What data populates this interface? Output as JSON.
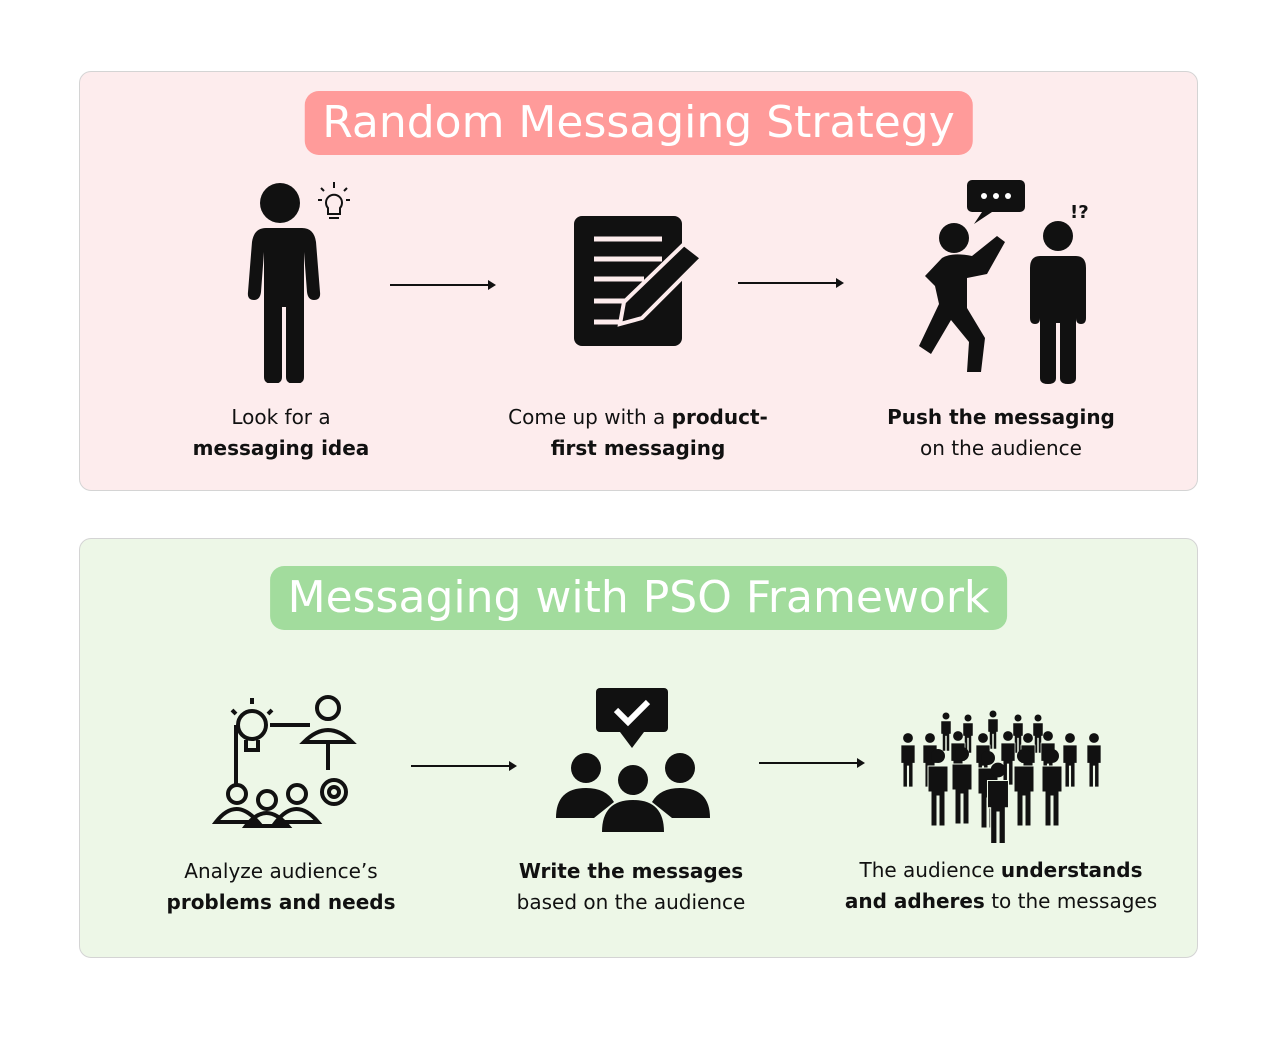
{
  "random": {
    "title": "Random Messaging Strategy",
    "steps": [
      {
        "icon": "person-lightbulb-icon",
        "l1": "Look for a",
        "l1b": "",
        "l2b": "messaging idea",
        "l2": ""
      },
      {
        "icon": "document-pen-icon",
        "l1": "Come up with a ",
        "l1b": "product-",
        "l2b": "first messaging",
        "l2": ""
      },
      {
        "icon": "push-messaging-icon",
        "l1": "",
        "l1b": "Push the messaging",
        "l2b": "",
        "l2": "on the audience"
      }
    ]
  },
  "pso": {
    "title": "Messaging with PSO Framework",
    "steps": [
      {
        "icon": "analyze-audience-icon",
        "l1": "Analyze audience’s",
        "l1b": "",
        "l2b": "problems and needs",
        "l2": ""
      },
      {
        "icon": "group-approval-icon",
        "l1": "",
        "l1b": "Write the messages",
        "l2b": "",
        "l2": "based on the audience"
      },
      {
        "icon": "crowd-icon",
        "l1": "The audience ",
        "l1b": "understands",
        "l2b": "and adheres",
        "l2": " to the messages"
      }
    ]
  },
  "colors": {
    "pink_bg": "#fdeced",
    "pink_pill": "#ff9b9a",
    "green_bg": "#edf7e7",
    "green_pill": "#a2dc9d"
  }
}
